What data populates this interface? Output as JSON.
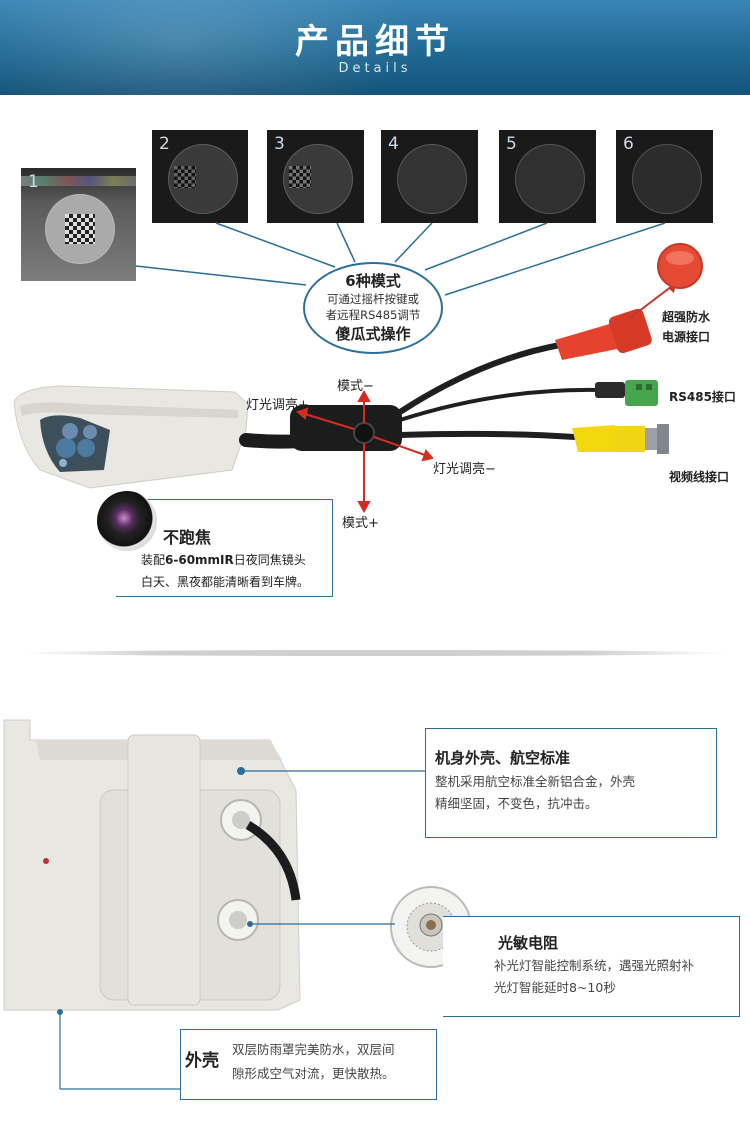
{
  "header": {
    "title": "产品细节",
    "subtitle": "Details"
  },
  "modes": {
    "thumbs": [
      "1",
      "2",
      "3",
      "4",
      "5",
      "6"
    ],
    "bubble_title": "6种模式",
    "bubble_line1": "可通过摇杆按键或",
    "bubble_line2": "者远程RS485调节",
    "bubble_footer": "傻瓜式操作"
  },
  "connectors": {
    "power": [
      "超强防水",
      "电源接口"
    ],
    "rs485": "RS485接口",
    "video": "视频线接口"
  },
  "joystick": {
    "mode_minus": "模式−",
    "mode_plus": "模式+",
    "light_plus": "灯光调亮+",
    "light_minus": "灯光调亮−"
  },
  "focus": {
    "title": "不跑焦",
    "line1_prefix": "装配",
    "line1_bold": "6-60mmIR",
    "line1_suffix": "日夜同焦镜头",
    "line2": "白天、黑夜都能清晰看到车牌。"
  },
  "body_shell": {
    "title": "机身外壳、航空标准",
    "line1": "整机采用航空标准全新铝合金，外壳",
    "line2": "精细坚固，不变色，抗冲击。"
  },
  "photo_sensor": {
    "title": "光敏电阻",
    "line1": "补光灯智能控制系统，遇强光照射补",
    "line2": "光灯智能延时8~10秒"
  },
  "outer_shell": {
    "title": "外壳",
    "line1": "双层防雨罩完美防水，双层间",
    "line2": "隙形成空气对流，更快散热。"
  },
  "colors": {
    "accent": "#2a6e99",
    "header_bg": "#1f6994",
    "power_red": "#e5432d",
    "video_yellow": "#f3d80f",
    "rs485_green": "#43a14a"
  }
}
